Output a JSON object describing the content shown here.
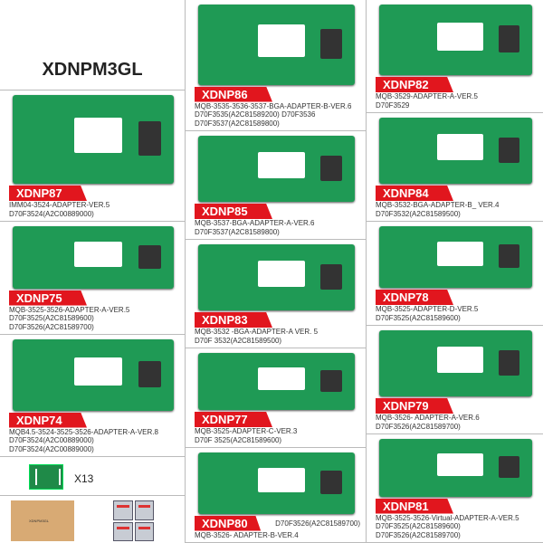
{
  "title": "XDNPM3GL",
  "cards": [
    {
      "id": "XDNP87",
      "lines": [
        "IMM04-3524-ADAPTER-VER.5",
        "D70F3524(A2C00889000)"
      ]
    },
    {
      "id": "XDNP75",
      "lines": [
        "MQB-3525-3526-ADAPTER-A-VER.5",
        "D70F3525(A2C81589600)",
        "D70F3526(A2C81589700)"
      ]
    },
    {
      "id": "XDNP74",
      "lines": [
        "MQB4.5-3524-3525-3526-ADAPTER-A-VER.8",
        "D70F3524(A2C00889000)",
        "D70F3524(A2C00889000)"
      ]
    },
    {
      "id": "XDNP86",
      "lines": [
        "MQB-3535-3536-3537-BGA-ADAPTER-B-VER.6",
        "D70F3535(A2C81589200)          D70F3536",
        "D70F3537(A2C81589800)"
      ]
    },
    {
      "id": "XDNP85",
      "lines": [
        "MQB-3537-BGA-ADAPTER-A-VER.6",
        "D70F3537(A2C81589800)"
      ]
    },
    {
      "id": "XDNP83",
      "lines": [
        "MQB-3532 -BGA-ADAPTER-A VER. 5",
        "D70F 3532(A2C81589500)"
      ]
    },
    {
      "id": "XDNP77",
      "lines": [
        "MQB-3525-ADAPTER-C-VER.3",
        "D70F 3525(A2C81589600)"
      ]
    },
    {
      "id": "XDNP80",
      "side": "D70F3526(A2C81589700)",
      "lines": [
        "MQB-3526- ADAPTER-B-VER.4"
      ]
    },
    {
      "id": "XDNP82",
      "lines": [
        "MQB-3529-ADAPTER-A-VER.5",
        "D70F3529"
      ]
    },
    {
      "id": "XDNP84",
      "lines": [
        "MQB-3532-BGA-ADAPTER-B_ VER.4",
        "D70F3532(A2C81589500)"
      ]
    },
    {
      "id": "XDNP78",
      "lines": [
        "MQB-3525-ADAPTER-D-VER.5",
        "D70F3525(A2C81589600)"
      ]
    },
    {
      "id": "XDNP79",
      "lines": [
        "MQB-3526- ADAPTER-A-VER.6",
        "D70F3526(A2C81589700)"
      ]
    },
    {
      "id": "XDNP81",
      "lines": [
        "MQB-3525-3526-Virtual-ADAPTER-A-VER.5",
        "D70F3525(A2C81589600)",
        "D70F3526(A2C81589700)"
      ]
    }
  ],
  "quantity": "X13",
  "box_brand": "XDNPM3GL"
}
